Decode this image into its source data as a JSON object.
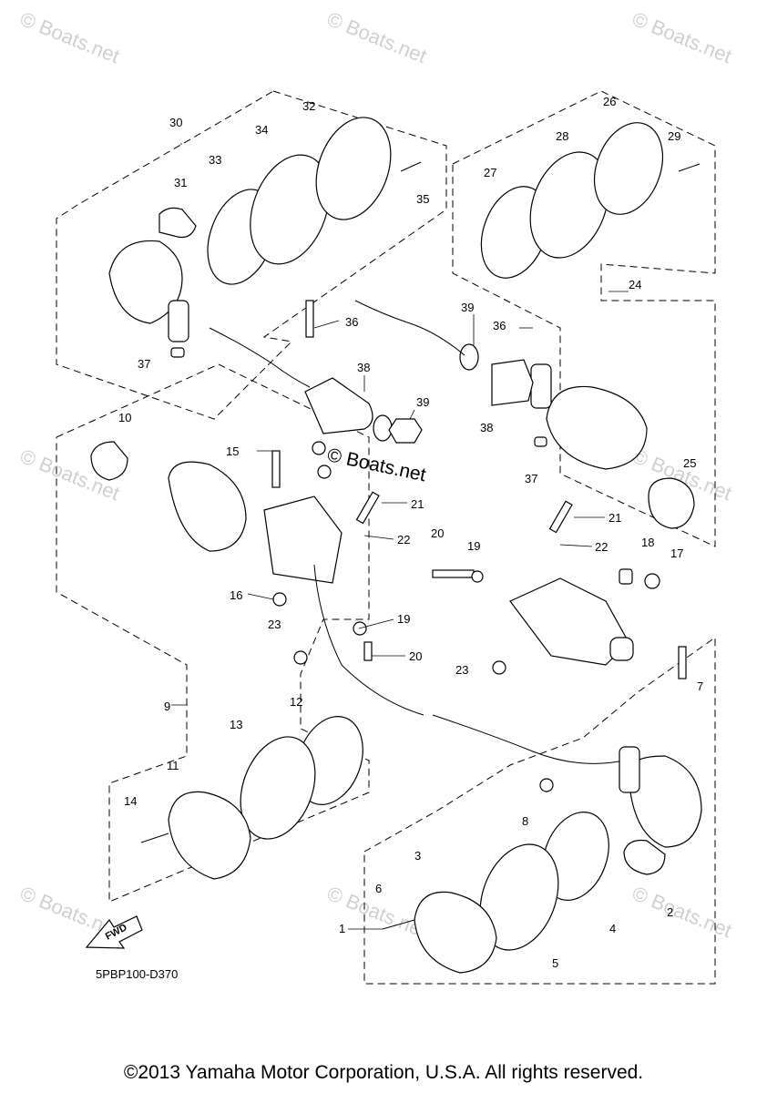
{
  "watermark": {
    "text": "© Boats.net",
    "center_text": "© Boats.net"
  },
  "diagram": {
    "code": "5PBP100-D370",
    "fwd_label": "FWD",
    "copyright": "©2013 Yamaha Motor Corporation, U.S.A. All rights reserved.",
    "callouts": [
      "1",
      "2",
      "3",
      "4",
      "5",
      "6",
      "7",
      "8",
      "9",
      "10",
      "11",
      "12",
      "13",
      "14",
      "15",
      "16",
      "17",
      "18",
      "19",
      "20",
      "21",
      "22",
      "23",
      "24",
      "25",
      "26",
      "27",
      "28",
      "29",
      "30",
      "31",
      "32",
      "33",
      "34",
      "35",
      "36",
      "37",
      "38",
      "39"
    ]
  }
}
